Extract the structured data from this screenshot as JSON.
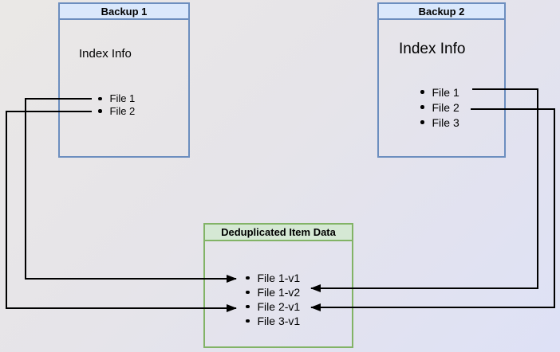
{
  "diagram": {
    "backup1": {
      "title": "Backup 1",
      "subtitle": "Index Info",
      "items": [
        "File 1",
        "File 2"
      ]
    },
    "backup2": {
      "title": "Backup 2",
      "subtitle": "Index Info",
      "items": [
        "File 1",
        "File 2",
        "File 3"
      ]
    },
    "dedup": {
      "title": "Deduplicated Item Data",
      "items": [
        "File 1-v1",
        "File 1-v2",
        "File 2-v1",
        "File 3-v1"
      ]
    },
    "connections": [
      {
        "from": "Backup 1 / File 1",
        "to": "File 1-v1",
        "direction": "left-to-right"
      },
      {
        "from": "Backup 1 / File 2",
        "to": "File 2-v1",
        "direction": "left-to-right"
      },
      {
        "from": "Backup 2 / File 1",
        "to": "File 1-v2",
        "direction": "right-to-left"
      },
      {
        "from": "Backup 2 / File 2",
        "to": "File 2-v1",
        "direction": "right-to-left"
      }
    ],
    "colors": {
      "backup_box_border": "#6c8ebf",
      "backup_box_title_fill": "#dae8fc",
      "dedup_box_border": "#82b366",
      "dedup_box_title_fill": "#d5e8d4",
      "connector_line": "#000000",
      "text": "#000000"
    }
  }
}
